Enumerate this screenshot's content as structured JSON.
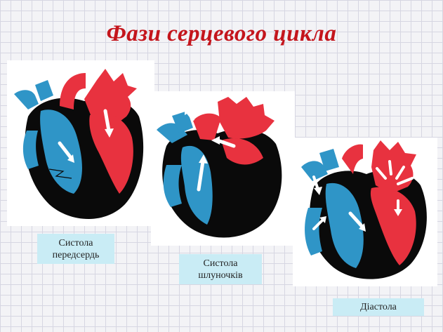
{
  "title": "Фази серцевого цикла",
  "colors": {
    "title": "#c4151c",
    "oxygenated": "#e8323f",
    "deoxygenated": "#2f95c7",
    "muscle": "#0a0a0a",
    "label_bg": "#c9ecf5",
    "grid": "#d6d6e2"
  },
  "phases": [
    {
      "id": "atrial-systole",
      "label_line1": "Систола",
      "label_line2": "передсердь",
      "icon": "heart-diagram"
    },
    {
      "id": "ventricular-systole",
      "label_line1": "Систола",
      "label_line2": "шлуночків",
      "icon": "heart-diagram"
    },
    {
      "id": "diastole",
      "label_line1": "Діастола",
      "label_line2": "",
      "icon": "heart-diagram"
    }
  ]
}
